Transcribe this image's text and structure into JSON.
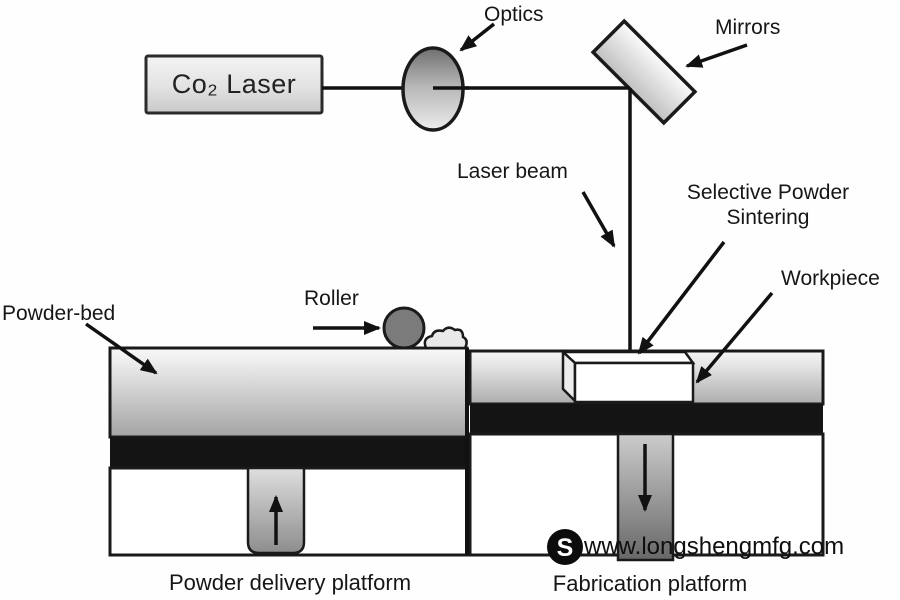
{
  "machine": {
    "laser_label": "Co₂ Laser",
    "optics_label": "Optics",
    "mirrors_label": "Mirrors",
    "laser_beam_label": "Laser beam",
    "sintering_label": "Selective Powder\nSintering",
    "workpiece_label": "Workpiece",
    "roller_label": "Roller",
    "powder_bed_label": "Powder-bed",
    "powder_delivery_platform_label": "Powder delivery platform",
    "fabrication_platform_label": "Fabrication platform"
  },
  "watermark": {
    "text": "www.longshengmfg.com",
    "logo_letter": "S"
  },
  "colors": {
    "ink": "#161616",
    "outline": "#1a1a1a",
    "black_platform": "#141414",
    "roller_fill": "#7b7b7b",
    "workpiece_fill": "#ffffff",
    "background": "#fefefe"
  }
}
